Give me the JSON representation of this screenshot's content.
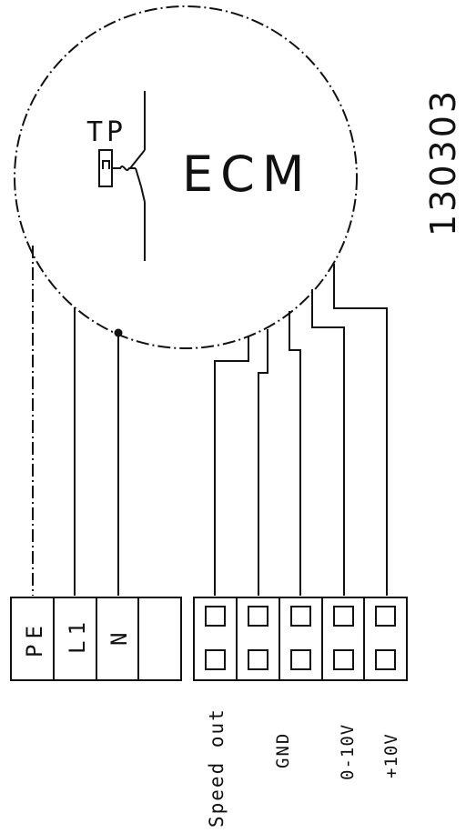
{
  "motor": {
    "label": "ECM",
    "thermal_protector": "TP"
  },
  "drawing_number": "130303",
  "power_terminal": {
    "terminals": [
      "PE",
      "L1",
      "N",
      ""
    ]
  },
  "control_terminal": {
    "labels": [
      "Speed out",
      "GND",
      "",
      "0-10V",
      "+10V"
    ]
  }
}
